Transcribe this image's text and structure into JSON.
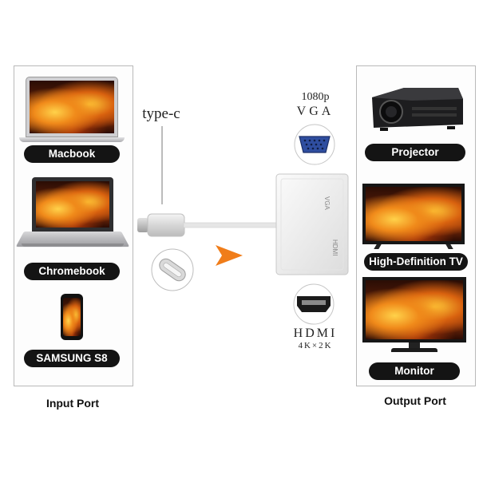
{
  "input": {
    "devices": [
      {
        "label": "Macbook",
        "icon": "laptop-macbook-icon"
      },
      {
        "label": "Chromebook",
        "icon": "laptop-chromebook-icon"
      },
      {
        "label": "SAMSUNG S8",
        "icon": "smartphone-icon"
      }
    ],
    "caption": "Input Port"
  },
  "output": {
    "devices": [
      {
        "label": "Projector",
        "icon": "projector-icon"
      },
      {
        "label": "High-Definition TV",
        "icon": "tv-icon"
      },
      {
        "label": "Monitor",
        "icon": "monitor-icon"
      }
    ],
    "caption": "Output Port"
  },
  "connector": {
    "type_label": "type-c"
  },
  "ports": {
    "vga": {
      "resolution": "1080p",
      "name": "VGA"
    },
    "hdmi": {
      "name": "HDMI",
      "resolution": "4K×2K"
    }
  },
  "adapter": {
    "vga_text": "VGA",
    "hdmi_text": "HDMI"
  },
  "colors": {
    "arrow": "#f07d1a",
    "pill": "#141414"
  }
}
